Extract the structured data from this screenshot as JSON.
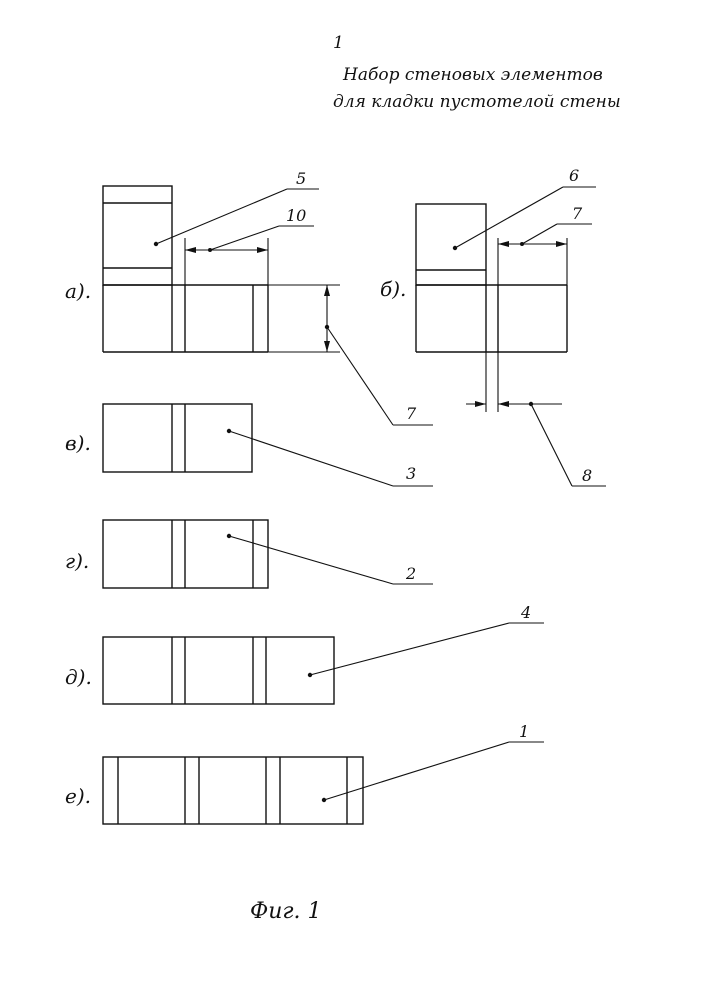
{
  "page": {
    "number": "1",
    "title_line1": "Набор стеновых элементов",
    "title_line2": "для кладки пустотелой стены"
  },
  "figure": {
    "caption": "Фиг. 1",
    "variants": {
      "a": "а).",
      "b": "б).",
      "v": "в).",
      "g": "г).",
      "d": "д).",
      "e": "е)."
    },
    "callouts": {
      "five": "5",
      "ten": "10",
      "seven_left": "7",
      "six": "6",
      "seven_right": "7",
      "eight": "8",
      "three": "3",
      "two": "2",
      "four": "4",
      "one": "1"
    }
  }
}
